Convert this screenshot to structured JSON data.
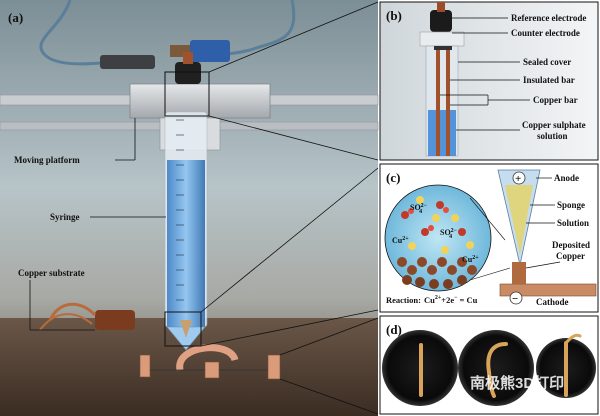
{
  "panels": {
    "a": {
      "label": "(a)",
      "callouts": {
        "moving_platform": "Moving platform",
        "syringe": "Syringe",
        "copper_substrate": "Copper substrate"
      }
    },
    "b": {
      "label": "(b)",
      "callouts": {
        "reference_electrode": "Reference electrode",
        "counter_electrode": "Counter electrode",
        "sealed_cover": "Sealed cover",
        "insulated_bar": "Insulated bar",
        "copper_bar": "Copper bar",
        "copper_sulphate_line1": "Copper sulphate",
        "copper_sulphate_line2": "solution"
      }
    },
    "c": {
      "label": "(c)",
      "callouts": {
        "anode": "Anode",
        "sponge": "Sponge",
        "solution": "Solution",
        "deposited_line1": "Deposited",
        "deposited_line2": "Copper",
        "cathode": "Cathode"
      },
      "signs": {
        "plus": "+",
        "minus": "−"
      },
      "ions": {
        "so4": "SO",
        "so4_sub": "4",
        "so4_sup": "2−",
        "cu": "Cu",
        "cu_sup": "2+"
      },
      "reaction": {
        "prefix": "Reaction:",
        "cu": "Cu",
        "cu_sup": "2+",
        "rest": "+2e",
        "e_sup": "−",
        "product": "= Cu"
      }
    },
    "d": {
      "label": "(d)"
    }
  },
  "watermark": {
    "text": "南极熊3D打印"
  }
}
